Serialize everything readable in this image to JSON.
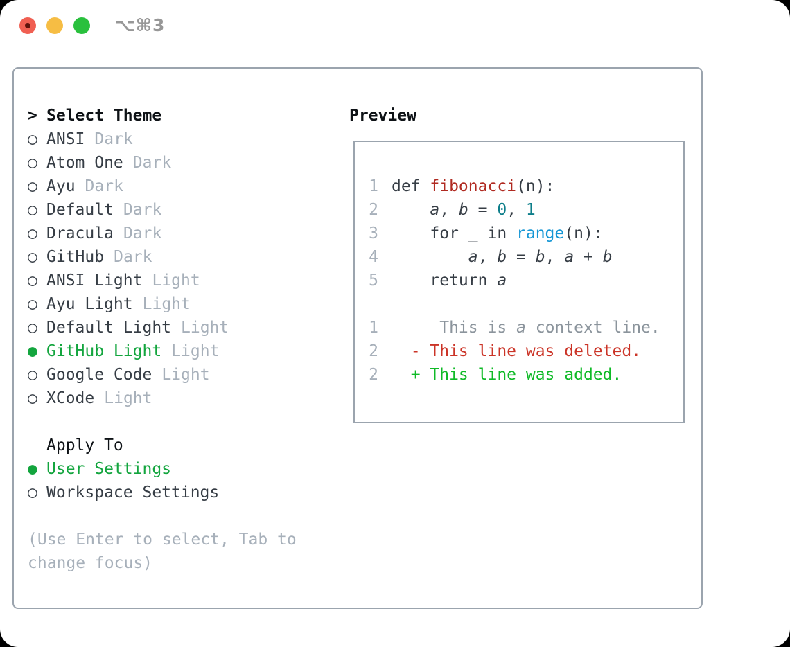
{
  "titlebar": {
    "title": "⌥⌘3"
  },
  "colors": {
    "selected_green": "#13a53e",
    "added_green": "#0fba27",
    "deleted_red": "#cb3427",
    "function_red": "#b02a21",
    "builtin_blue": "#1697d5",
    "number_teal": "#0d7e8a",
    "muted_gray": "#a7b0ba",
    "context_gray": "#8b949c",
    "text_dark": "#363d45",
    "border_gray": "#9ba4ae",
    "traffic_red": "#f05f52",
    "traffic_yellow": "#f6bd44",
    "traffic_green": "#29c03d"
  },
  "left": {
    "header_prefix": ">",
    "header": "Select Theme",
    "items": [
      {
        "bullet": "○",
        "name": "ANSI",
        "badge": "Dark",
        "selected": false
      },
      {
        "bullet": "○",
        "name": "Atom One",
        "badge": "Dark",
        "selected": false
      },
      {
        "bullet": "○",
        "name": "Ayu",
        "badge": "Dark",
        "selected": false
      },
      {
        "bullet": "○",
        "name": "Default",
        "badge": "Dark",
        "selected": false
      },
      {
        "bullet": "○",
        "name": "Dracula",
        "badge": "Dark",
        "selected": false
      },
      {
        "bullet": "○",
        "name": "GitHub",
        "badge": "Dark",
        "selected": false
      },
      {
        "bullet": "○",
        "name": "ANSI Light",
        "badge": "Light",
        "selected": false
      },
      {
        "bullet": "○",
        "name": "Ayu Light",
        "badge": "Light",
        "selected": false
      },
      {
        "bullet": "○",
        "name": "Default Light",
        "badge": "Light",
        "selected": false
      },
      {
        "bullet": "●",
        "name": "GitHub Light",
        "badge": "Light",
        "selected": true
      },
      {
        "bullet": "○",
        "name": "Google Code",
        "badge": "Light",
        "selected": false
      },
      {
        "bullet": "○",
        "name": "XCode",
        "badge": "Light",
        "selected": false
      }
    ],
    "apply_header": "Apply To",
    "apply_options": [
      {
        "bullet": "●",
        "name": "User Settings",
        "selected": true
      },
      {
        "bullet": "○",
        "name": "Workspace Settings",
        "selected": false
      }
    ],
    "help": "(Use Enter to select, Tab to change focus)"
  },
  "right": {
    "header": "Preview",
    "code": [
      {
        "num": "1",
        "tokens": [
          {
            "text": "def ",
            "style": "plain"
          },
          {
            "text": "fibonacci",
            "style": "function"
          },
          {
            "text": "(n):",
            "style": "plain"
          }
        ]
      },
      {
        "num": "2",
        "tokens": [
          {
            "text": "    ",
            "style": "plain"
          },
          {
            "text": "a",
            "style": "variable"
          },
          {
            "text": ", ",
            "style": "plain"
          },
          {
            "text": "b",
            "style": "variable"
          },
          {
            "text": " = ",
            "style": "plain"
          },
          {
            "text": "0",
            "style": "number"
          },
          {
            "text": ", ",
            "style": "plain"
          },
          {
            "text": "1",
            "style": "number"
          }
        ]
      },
      {
        "num": "3",
        "tokens": [
          {
            "text": "    for _ in ",
            "style": "plain"
          },
          {
            "text": "range",
            "style": "builtin"
          },
          {
            "text": "(n):",
            "style": "plain"
          }
        ]
      },
      {
        "num": "4",
        "tokens": [
          {
            "text": "        ",
            "style": "plain"
          },
          {
            "text": "a",
            "style": "variable"
          },
          {
            "text": ", ",
            "style": "plain"
          },
          {
            "text": "b",
            "style": "variable"
          },
          {
            "text": " = ",
            "style": "plain"
          },
          {
            "text": "b",
            "style": "variable"
          },
          {
            "text": ", ",
            "style": "plain"
          },
          {
            "text": "a",
            "style": "variable"
          },
          {
            "text": " + ",
            "style": "plain"
          },
          {
            "text": "b",
            "style": "variable"
          }
        ]
      },
      {
        "num": "5",
        "tokens": [
          {
            "text": "    return ",
            "style": "plain"
          },
          {
            "text": "a",
            "style": "variable"
          }
        ]
      }
    ],
    "diff": [
      {
        "num": "1",
        "tokens": [
          {
            "text": "     This is ",
            "style": "context"
          },
          {
            "text": "a",
            "style": "context-italic"
          },
          {
            "text": " context line.",
            "style": "context"
          }
        ]
      },
      {
        "num": "2",
        "tokens": [
          {
            "text": "  - This line was deleted.",
            "style": "deleted"
          }
        ]
      },
      {
        "num": "2",
        "tokens": [
          {
            "text": "  + This line was added.",
            "style": "added"
          }
        ]
      }
    ]
  }
}
